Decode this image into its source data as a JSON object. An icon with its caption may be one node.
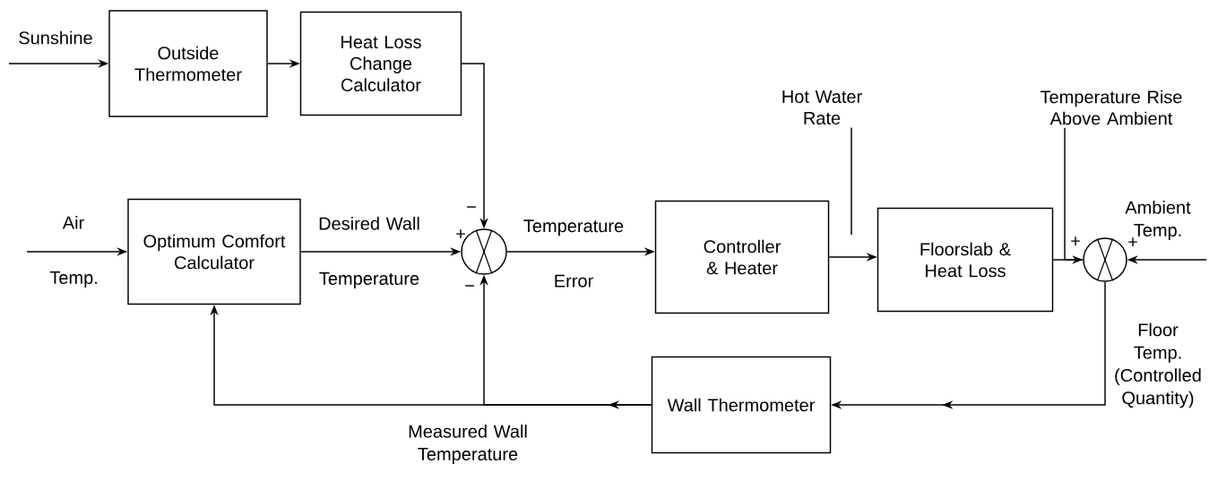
{
  "diagram": {
    "nodes": [
      {
        "text": [
          "Outside Thermometer"
        ]
      },
      {
        "text": [
          "Heat Loss Change Calculator"
        ]
      },
      {
        "text": [
          "Optimum Comfort Calculator"
        ]
      },
      {
        "text": [],
        "shape": "circle"
      },
      {
        "text": [
          "Controller & Heater"
        ]
      },
      {
        "text": [
          "Floorslab & Heat Loss"
        ]
      },
      {
        "text": [],
        "shape": "circle"
      },
      {
        "text": [
          "Wall Thermometer"
        ]
      },
      {
        "text": [
          "Hot Water Rate"
        ]
      },
      {
        "text": [
          "Temperature Rise Above Ambient"
        ]
      }
    ],
    "edges": [
      {
        "from": null,
        "to": 0,
        "arrow": "to",
        "label": "Sunshine"
      },
      {
        "from": 0,
        "to": 1,
        "arrow": "to"
      },
      {
        "from": 1,
        "to": 3,
        "arrow": "to"
      },
      {
        "from": null,
        "to": 2,
        "arrow": "to",
        "label": "Air Temp."
      },
      {
        "from": 2,
        "to": 3,
        "arrow": "to",
        "label": "Desired Wall Temperature"
      },
      {
        "from": 3,
        "to": 4,
        "arrow": "to",
        "label": "Temperature Error"
      },
      {
        "from": 4,
        "to": 5,
        "arrow": "to"
      },
      {
        "from": 8,
        "to": null,
        "arrow": "none"
      },
      {
        "from": 5,
        "to": 6,
        "arrow": "to"
      },
      {
        "from": 9,
        "to": 6,
        "arrow": "none"
      },
      {
        "from": null,
        "to": 6,
        "arrow": "to",
        "label": "Ambient Temp."
      },
      {
        "from": 6,
        "to": 7,
        "arrow": "to",
        "label": "Floor Temp. (Controlled Quantity)"
      },
      {
        "from": 7,
        "to": 2,
        "arrow": "to"
      },
      {
        "from": 7,
        "to": 3,
        "arrow": "to",
        "label": "Measured Wall Temperature"
      }
    ],
    "labels": [
      "−",
      "+",
      "−",
      "+",
      "+"
    ]
  }
}
